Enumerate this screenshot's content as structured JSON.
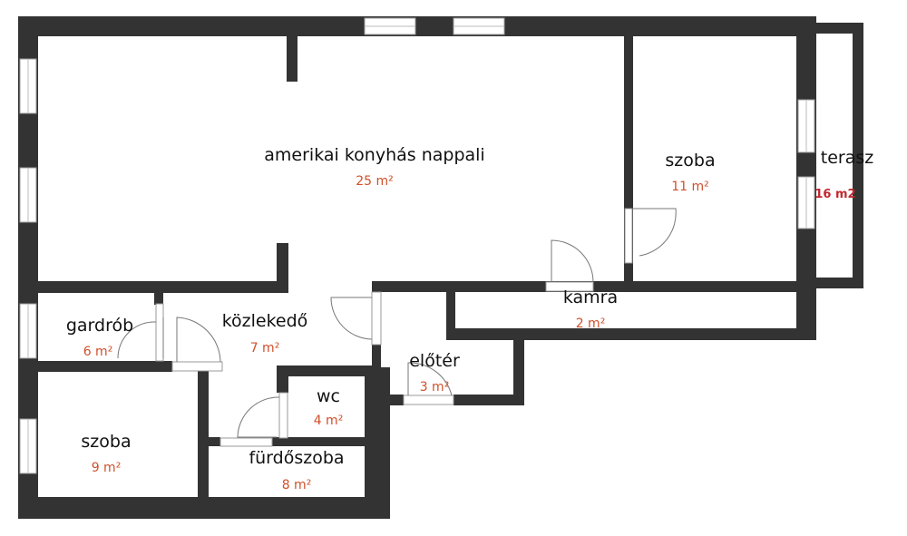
{
  "rooms": [
    {
      "name": "amerikai konyhás nappali",
      "area": "25 m²"
    },
    {
      "name": "szoba",
      "area": "11 m²"
    },
    {
      "name": "terasz",
      "area": "16 m2"
    },
    {
      "name": "kamra",
      "area": "2 m²"
    },
    {
      "name": "gardrób",
      "area": "6 m²"
    },
    {
      "name": "közlekedő",
      "area": "7 m²"
    },
    {
      "name": "előtér",
      "area": "3 m²"
    },
    {
      "name": "wc",
      "area": "4 m²"
    },
    {
      "name": "szoba",
      "area": "9 m²"
    },
    {
      "name": "fürdőszoba",
      "area": "8 m²"
    }
  ],
  "colors": {
    "wall": "#333333",
    "area_label": "#d0502a",
    "terrace_label": "#c0282f"
  }
}
